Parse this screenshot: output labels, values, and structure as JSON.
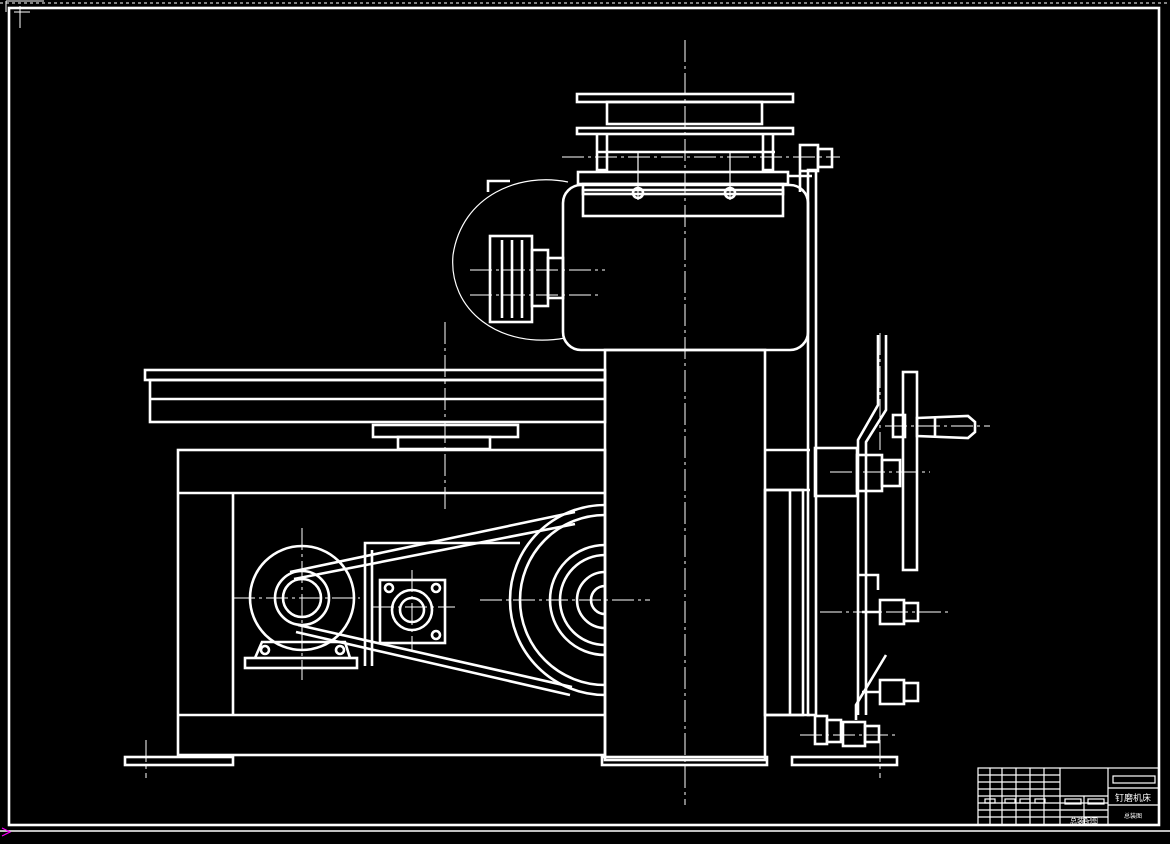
{
  "drawing": {
    "title": "钉磨机床",
    "subtitle": "总装图",
    "footer_note": "总装配图"
  },
  "colors": {
    "background": "#000000",
    "line": "#ffffff",
    "ucs_marker": "#ff00ff"
  }
}
